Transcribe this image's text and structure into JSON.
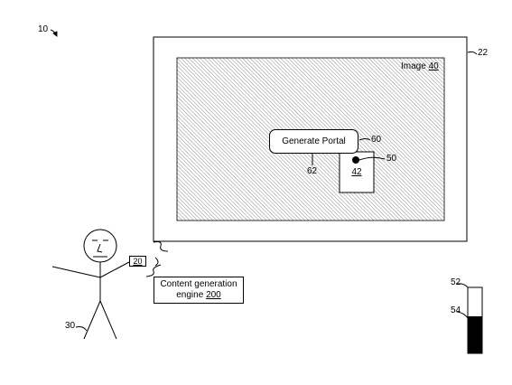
{
  "figure": {
    "labels": {
      "system": "10",
      "display": "22",
      "image_number": "40",
      "object": "42",
      "cursor": "50",
      "meter": "52",
      "level": "54",
      "portal": "60",
      "target": "62",
      "user": "30",
      "device": "20",
      "engine_number": "200"
    },
    "image_caption": "Image",
    "button_text": "Generate Portal",
    "engine_text": "Content generation",
    "engine_text_2": "engine",
    "meter_fill_fraction": 0.6,
    "colors": {
      "ink": "#000000",
      "hatch": "#8a8a8a",
      "background": "#ffffff"
    }
  }
}
